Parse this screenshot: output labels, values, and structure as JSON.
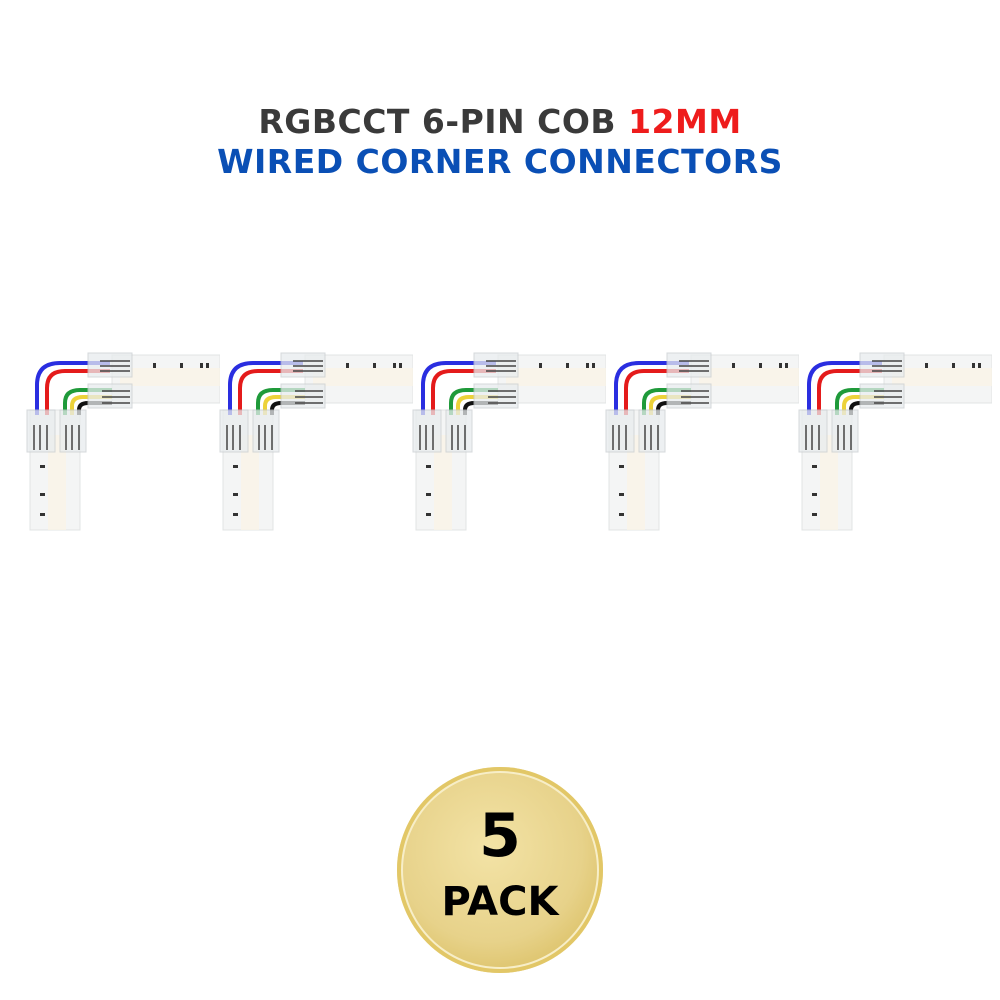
{
  "title": {
    "line1_prefix": "RGBCCT 6-PIN COB ",
    "line1_highlight": "12MM",
    "line2": "WIRED CORNER CONNECTORS"
  },
  "product": {
    "count_shown": 5,
    "wire_colors": [
      "#2a2ee0",
      "#e41b1b",
      "#1f9a3a",
      "#ecd23a",
      "#111111"
    ]
  },
  "badge": {
    "number": "5",
    "label": "PACK"
  }
}
